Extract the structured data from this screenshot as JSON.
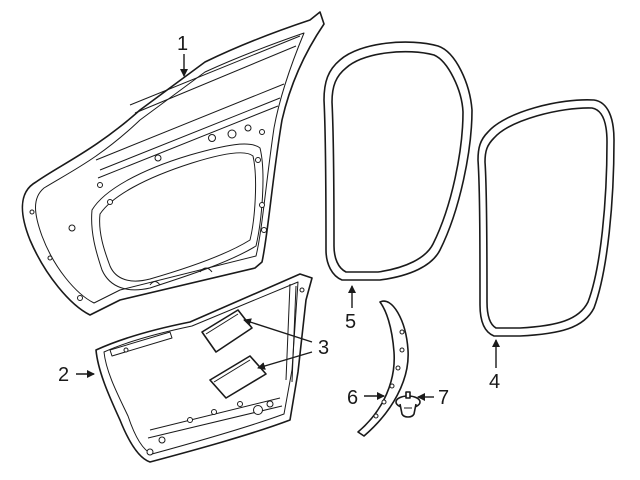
{
  "diagram": {
    "callouts": {
      "door_shell": "1",
      "trim_panel": "2",
      "water_shield": "3",
      "weatherstrip_body": "4",
      "weatherstrip_door": "5",
      "belt_molding": "6",
      "retainer_clip": "7"
    },
    "colors": {
      "line": "#1a1a1a",
      "background": "#ffffff"
    }
  }
}
